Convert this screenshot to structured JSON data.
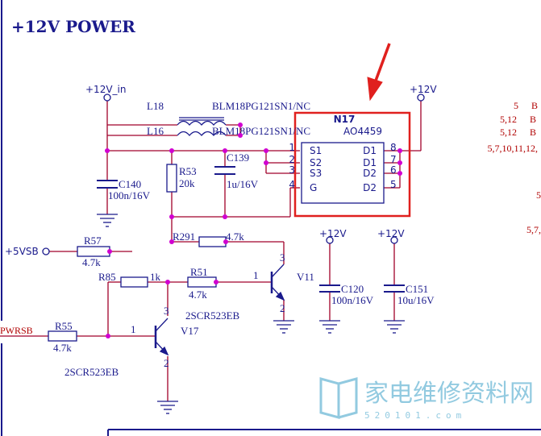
{
  "title": "+12V POWER",
  "nets": {
    "v12_in": "+12V_in",
    "v12_out": "+12V",
    "v12_a": "+12V",
    "v12_b": "+12V",
    "v5vsb": "+5VSB",
    "pwrsb": "PWRSB"
  },
  "components": {
    "l18": {
      "ref": "L18",
      "part": "BLM18PG121SN1/NC"
    },
    "l16": {
      "ref": "L16",
      "part": "BLM18PG121SN1/NC"
    },
    "c140": {
      "ref": "C140",
      "value": "100n/16V"
    },
    "r53": {
      "ref": "R53",
      "value": "20k"
    },
    "c139": {
      "ref": "C139",
      "value": "1u/16V"
    },
    "r291": {
      "ref": "R291",
      "value": "4.7k"
    },
    "r57": {
      "ref": "R57",
      "value": "4.7k"
    },
    "r85": {
      "ref": "R85",
      "value": "1k"
    },
    "r51": {
      "ref": "R51",
      "value": "4.7k"
    },
    "r55": {
      "ref": "R55",
      "value": "4.7k"
    },
    "c120": {
      "ref": "C120",
      "value": "100n/16V"
    },
    "c151": {
      "ref": "C151",
      "value": "10u/16V"
    },
    "v11": {
      "ref": "V11",
      "part": "2SCR523EB"
    },
    "v17": {
      "ref": "V17",
      "part": "2SCR523EB"
    },
    "n17": {
      "ref": "N17",
      "part": "AO4459",
      "pins_left": [
        {
          "num": "1",
          "name": "S1"
        },
        {
          "num": "2",
          "name": "S2"
        },
        {
          "num": "3",
          "name": "S3"
        },
        {
          "num": "4",
          "name": "G"
        }
      ],
      "pins_right": [
        {
          "num": "8",
          "name": "D1"
        },
        {
          "num": "7",
          "name": "D1"
        },
        {
          "num": "6",
          "name": "D2"
        },
        {
          "num": "5",
          "name": "D2"
        }
      ]
    }
  },
  "transistor_pins": {
    "v11": {
      "b": "1",
      "c": "3",
      "e": "2"
    },
    "v17": {
      "b": "1",
      "c": "3",
      "e": "2"
    }
  },
  "page_refs": [
    {
      "pages": "5",
      "tail": "B"
    },
    {
      "pages": "5,12",
      "tail": "B"
    },
    {
      "pages": "5,12",
      "tail": "B"
    },
    {
      "pages": "5,7,10,11,12,",
      "tail": ""
    },
    {
      "pages": "5",
      "tail": ""
    },
    {
      "pages": "5,7,",
      "tail": ""
    }
  ],
  "watermark": {
    "brand": "家电维修资料网",
    "url": "520101.com"
  },
  "colors": {
    "wire": "#a0002a",
    "ink": "#1a1a8c",
    "junction": "#d000d0",
    "highlight": "#e0201e",
    "watermark": "#3aa0c8"
  }
}
